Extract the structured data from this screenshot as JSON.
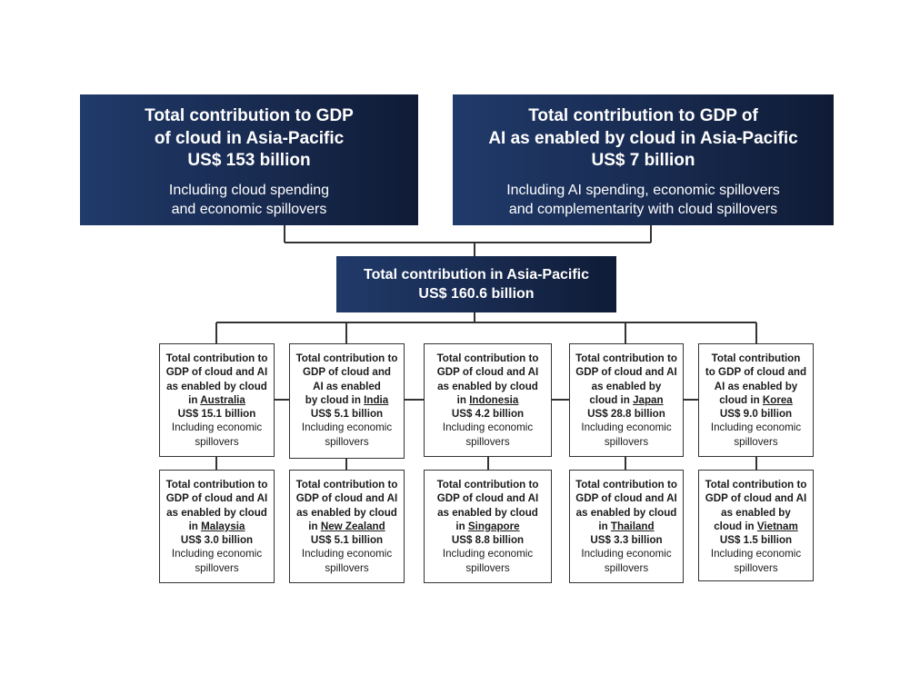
{
  "top_boxes": [
    {
      "title_lines": [
        "Total contribution to GDP",
        "of cloud in Asia-Pacific",
        "US$ 153 billion"
      ],
      "sub_lines": [
        "Including cloud spending",
        "and economic spillovers"
      ]
    },
    {
      "title_lines": [
        "Total contribution to GDP of",
        "AI as enabled by cloud in Asia-Pacific",
        "US$ 7 billion"
      ],
      "sub_lines": [
        "Including AI spending, economic spillovers",
        "and complementarity with cloud spillovers"
      ]
    }
  ],
  "total_box": {
    "lines": [
      "Total contribution in Asia-Pacific",
      "US$ 160.6 billion"
    ]
  },
  "countries": [
    {
      "country": "Australia",
      "value": "US$ 15.1 billion",
      "pre_lines": [
        "Total contribution to",
        "GDP of cloud and AI",
        "as enabled by cloud"
      ],
      "country_prefix": "in ",
      "foot_lines": [
        "Including economic",
        "spillovers"
      ]
    },
    {
      "country": "India",
      "value": "US$ 5.1 billion",
      "pre_lines": [
        "Total contribution to",
        "GDP of cloud and",
        "AI as enabled"
      ],
      "country_prefix": "by cloud in ",
      "foot_lines": [
        "Including economic",
        "spillovers"
      ]
    },
    {
      "country": "Indonesia",
      "value": "US$ 4.2 billion",
      "pre_lines": [
        "Total contribution to",
        "GDP of cloud and AI",
        "as enabled by cloud"
      ],
      "country_prefix": "in ",
      "foot_lines": [
        "Including economic",
        "spillovers"
      ]
    },
    {
      "country": "Japan",
      "value": "US$ 28.8 billion",
      "pre_lines": [
        "Total contribution to",
        "GDP of cloud and AI",
        "as enabled by"
      ],
      "country_prefix": "cloud in ",
      "foot_lines": [
        "Including economic",
        "spillovers"
      ]
    },
    {
      "country": "Korea",
      "value": "US$ 9.0 billion",
      "pre_lines": [
        "Total contribution",
        "to GDP of cloud and",
        "AI as enabled by"
      ],
      "country_prefix": "cloud in ",
      "foot_lines": [
        "Including economic",
        "spillovers"
      ]
    },
    {
      "country": "Malaysia",
      "value": "US$ 3.0 billion",
      "pre_lines": [
        "Total contribution to",
        "GDP of cloud and AI",
        "as enabled by cloud"
      ],
      "country_prefix": "in ",
      "foot_lines": [
        "Including economic",
        "spillovers"
      ]
    },
    {
      "country": "New Zealand",
      "value": "US$ 5.1 billion",
      "pre_lines": [
        "Total contribution to",
        "GDP of cloud and AI",
        "as enabled by cloud"
      ],
      "country_prefix": "in ",
      "foot_lines": [
        "Including economic",
        "spillovers"
      ]
    },
    {
      "country": "Singapore",
      "value": "US$ 8.8 billion",
      "pre_lines": [
        "Total contribution to",
        "GDP of cloud and AI",
        "as enabled by cloud"
      ],
      "country_prefix": "in ",
      "foot_lines": [
        "Including economic",
        "spillovers"
      ]
    },
    {
      "country": "Thailand",
      "value": "US$ 3.3 billion",
      "pre_lines": [
        "Total contribution to",
        "GDP of cloud and AI",
        "as enabled by cloud"
      ],
      "country_prefix": "in ",
      "foot_lines": [
        "Including economic",
        "spillovers"
      ]
    },
    {
      "country": "Vietnam",
      "value": "US$ 1.5 billion",
      "pre_lines": [
        "Total contribution to",
        "GDP of cloud and AI",
        "as enabled by"
      ],
      "country_prefix": "cloud in ",
      "foot_lines": [
        "Including economic",
        "spillovers"
      ]
    }
  ],
  "colors": {
    "dark_box": "#1b2f5a",
    "line": "#333333"
  }
}
